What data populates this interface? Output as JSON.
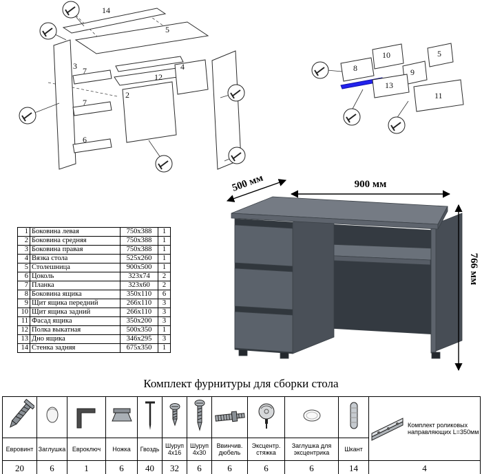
{
  "parts_table": {
    "rows": [
      {
        "num": "1",
        "name": "Боковина левая",
        "size": "750x388",
        "qty": "1"
      },
      {
        "num": "2",
        "name": "Боковина средняя",
        "size": "750x388",
        "qty": "1"
      },
      {
        "num": "3",
        "name": "Боковина правая",
        "size": "750x388",
        "qty": "1"
      },
      {
        "num": "4",
        "name": "Вязка стола",
        "size": "525x260",
        "qty": "1"
      },
      {
        "num": "5",
        "name": "Столешница",
        "size": "900x500",
        "qty": "1"
      },
      {
        "num": "6",
        "name": "Цоколь",
        "size": "323x74",
        "qty": "2"
      },
      {
        "num": "7",
        "name": "Планка",
        "size": "323x60",
        "qty": "2"
      },
      {
        "num": "8",
        "name": "Боковина ящика",
        "size": "350x110",
        "qty": "6"
      },
      {
        "num": "9",
        "name": "Щит ящика передний",
        "size": "266x110",
        "qty": "3"
      },
      {
        "num": "10",
        "name": "Щит ящика задний",
        "size": "266x110",
        "qty": "3"
      },
      {
        "num": "11",
        "name": "Фасад ящика",
        "size": "350x200",
        "qty": "3"
      },
      {
        "num": "12",
        "name": "Полка выкатная",
        "size": "500x350",
        "qty": "1"
      },
      {
        "num": "13",
        "name": "Дно ящика",
        "size": "346x295",
        "qty": "3"
      },
      {
        "num": "14",
        "name": "Стенка задняя",
        "size": "675x350",
        "qty": "1"
      }
    ]
  },
  "desk": {
    "width_label": "900 мм",
    "depth_label": "500 мм",
    "height_label": "766 мм",
    "body_color": "#5b626b",
    "top_color": "#757b84"
  },
  "diagrams": {
    "left": {
      "labels": [
        "14",
        "5",
        "3",
        "7",
        "12",
        "4",
        "2",
        "7",
        "6"
      ]
    },
    "right": {
      "labels": [
        "10",
        "5",
        "8",
        "9",
        "13",
        "11"
      ]
    },
    "highlight_color": "#2222ee"
  },
  "hardware": {
    "title": "Комплект фурнитуры для сборки стола",
    "items": [
      {
        "label": "Евровинт",
        "qty": "20",
        "icon": "euro-screw"
      },
      {
        "label": "Заглушка",
        "qty": "6",
        "icon": "cap"
      },
      {
        "label": "Евроключ",
        "qty": "1",
        "icon": "hex-key"
      },
      {
        "label": "Ножка",
        "qty": "6",
        "icon": "foot"
      },
      {
        "label": "Гвоздь",
        "qty": "40",
        "icon": "nail"
      },
      {
        "label": "Шуруп 4x16",
        "qty": "32",
        "icon": "screw-small"
      },
      {
        "label": "Шуруп 4x30",
        "qty": "6",
        "icon": "screw-long"
      },
      {
        "label": "Ввинчив. дюбель",
        "qty": "6",
        "icon": "dowel-screw"
      },
      {
        "label": "Эксцентр. стяжка",
        "qty": "6",
        "icon": "cam-lock"
      },
      {
        "label": "Заглушка для эксцентрика",
        "qty": "6",
        "icon": "cam-cap"
      },
      {
        "label": "Шкант",
        "qty": "14",
        "icon": "dowel"
      },
      {
        "label": "Комплект роликовых направляющих L=350мм",
        "qty": "4",
        "icon": "drawer-rail"
      }
    ]
  }
}
